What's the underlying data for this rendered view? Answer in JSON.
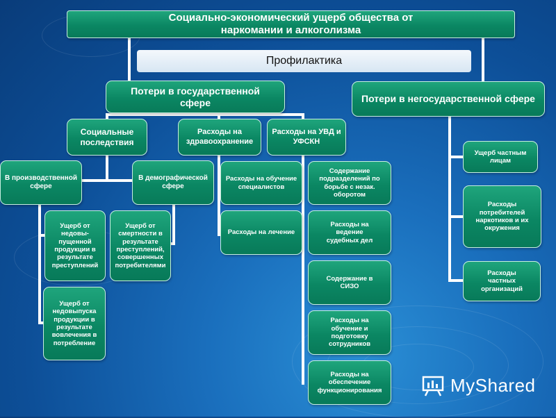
{
  "title": "Социально-экономический ущерб общества от наркомании и алкоголизма",
  "prevention": "Профилактика",
  "state": {
    "label": "Потери в государственной сфере",
    "social": {
      "label": "Социальные последствия",
      "production": {
        "label": "В производственной сфере",
        "items": [
          "Ущерб от недовы-пущенной продукции в результате преступлений",
          "Ущерб от недовыпуска продукции в результате вовлечения в потребление"
        ]
      },
      "demographic": {
        "label": "В демографической сфере",
        "items": [
          "Ущерб от смертности в результате преступлений, совершенных потребителями"
        ]
      }
    },
    "health": {
      "label": "Расходы на здравоохранение",
      "items": [
        "Расходы на обучение специалистов",
        "Расходы на лечение"
      ]
    },
    "police": {
      "label": "Расходы на УВД и УФСКН",
      "items": [
        "Содержание подразделений по борьбе с незак. оборотом",
        "Расходы на ведение судебных дел",
        "Содержание в СИЗО",
        "Расходы на обучение и подготовку сотрудников",
        "Расходы на обеспечение функционирования"
      ]
    }
  },
  "nonstate": {
    "label": "Потери в негосударственной сфере",
    "items": [
      "Ущерб частным лицам",
      "Расходы потребителей наркотиков и их окружения",
      "Расходы частных организаций"
    ]
  },
  "logo": "MyShared",
  "colors": {
    "box": "#0b8763",
    "background": "#0d4f98",
    "prevention": "#e6eef7"
  }
}
